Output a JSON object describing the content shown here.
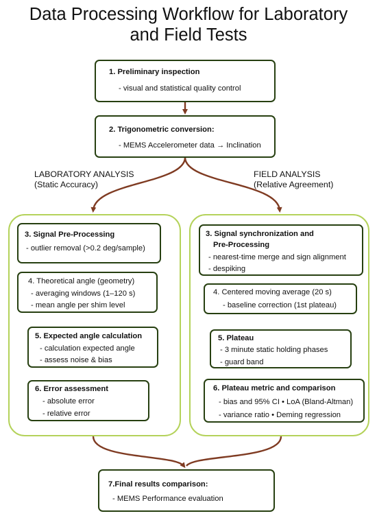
{
  "title": {
    "line1": "Data Processing Workflow for Laboratory",
    "line2": "and Field Tests"
  },
  "colors": {
    "box_border": "#263f10",
    "group_border": "#b4d25a",
    "arrow": "#7f3b22"
  },
  "step1": {
    "heading": "1. Preliminary inspection",
    "lines": [
      "- visual and statistical quality control"
    ]
  },
  "step2": {
    "heading": "2. Trigonometric conversion:",
    "lines": [
      "- MEMS Accelerometer data →  Inclination"
    ]
  },
  "lab": {
    "label1": "LABORATORY ANALYSIS",
    "label2": "(Static Accuracy)",
    "steps": [
      {
        "heading": "3. Signal Pre-Processing",
        "lines": [
          "- outlier removal  (>0.2 deg/sample)"
        ]
      },
      {
        "heading": "4. Theoretical angle (geometry)",
        "lines": [
          "- averaging windows (1–120 s)",
          "- mean angle per shim level"
        ]
      },
      {
        "heading": "5. Expected angle calculation",
        "lines": [
          "- calculation  expected angle",
          "- assess noise & bias"
        ]
      },
      {
        "heading": "6. Error assessment",
        "lines": [
          "- absolute error",
          "- relative error"
        ]
      }
    ]
  },
  "field": {
    "label1": "FIELD ANALYSIS",
    "label2": "(Relative Agreement)",
    "steps": [
      {
        "heading": "3.  Signal synchronization and",
        "heading2": "Pre-Processing",
        "lines": [
          "- nearest-time merge and sign alignment",
          "-  despiking"
        ]
      },
      {
        "heading": "4. Centered moving average (20 s)",
        "lines": [
          "- baseline correction (1st plateau)"
        ]
      },
      {
        "heading": "5. Plateau",
        "lines": [
          "- 3 minute static holding phases",
          "- guard band"
        ]
      },
      {
        "heading": "6. Plateau metric and comparison",
        "lines": [
          "-  bias and 95% CI • LoA (Bland-Altman)",
          "- variance ratio • Deming regression"
        ]
      }
    ]
  },
  "step7": {
    "heading": "7.Final results comparison:",
    "lines": [
      "- MEMS Performance evaluation"
    ]
  }
}
